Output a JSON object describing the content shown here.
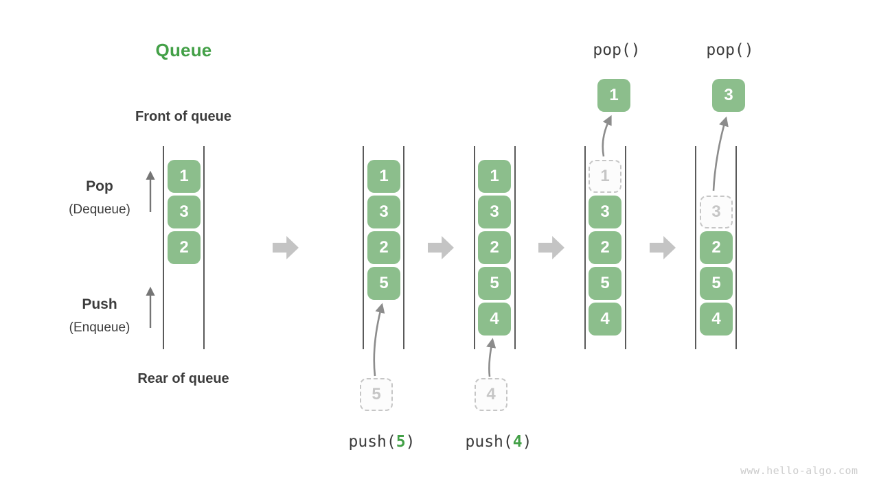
{
  "title": "Queue",
  "captions": {
    "front": "Front of queue",
    "rear": "Rear of queue"
  },
  "side": {
    "pop": "Pop",
    "pop_sub": "(Dequeue)",
    "push": "Push",
    "push_sub": "(Enqueue)"
  },
  "pop_ops": {
    "first": "pop()",
    "second": "pop()"
  },
  "push_ops": {
    "first": {
      "pre": "push(",
      "arg": "5",
      "suf": ")"
    },
    "second": {
      "pre": "push(",
      "arg": "4",
      "suf": ")"
    }
  },
  "popped": {
    "first": "1",
    "second": "3"
  },
  "incoming": {
    "first": "5",
    "second": "4"
  },
  "queues": {
    "state1": {
      "slot0": "1",
      "slot1": "3",
      "slot2": "2"
    },
    "state2": {
      "slot0": "1",
      "slot1": "3",
      "slot2": "2",
      "slot3": "5"
    },
    "state3": {
      "slot0": "1",
      "slot1": "3",
      "slot2": "2",
      "slot3": "5",
      "slot4": "4"
    },
    "state4": {
      "ghost0": "1",
      "slot1": "3",
      "slot2": "2",
      "slot3": "5",
      "slot4": "4"
    },
    "state5": {
      "ghost1": "3",
      "slot2": "2",
      "slot3": "5",
      "slot4": "4"
    }
  },
  "watermark": "www.hello-algo.com",
  "colors": {
    "cell_green": "#8CBE8C",
    "accent_green": "#43A047",
    "text_dark": "#3C3C3C",
    "rail_gray": "#5A5A5A",
    "flow_arrow_gray": "#C4C4C4",
    "ghost_gray": "#C6C6C6",
    "curve_arrow_gray": "#8C8C8C",
    "watermark_gray": "#CCCCCC"
  }
}
